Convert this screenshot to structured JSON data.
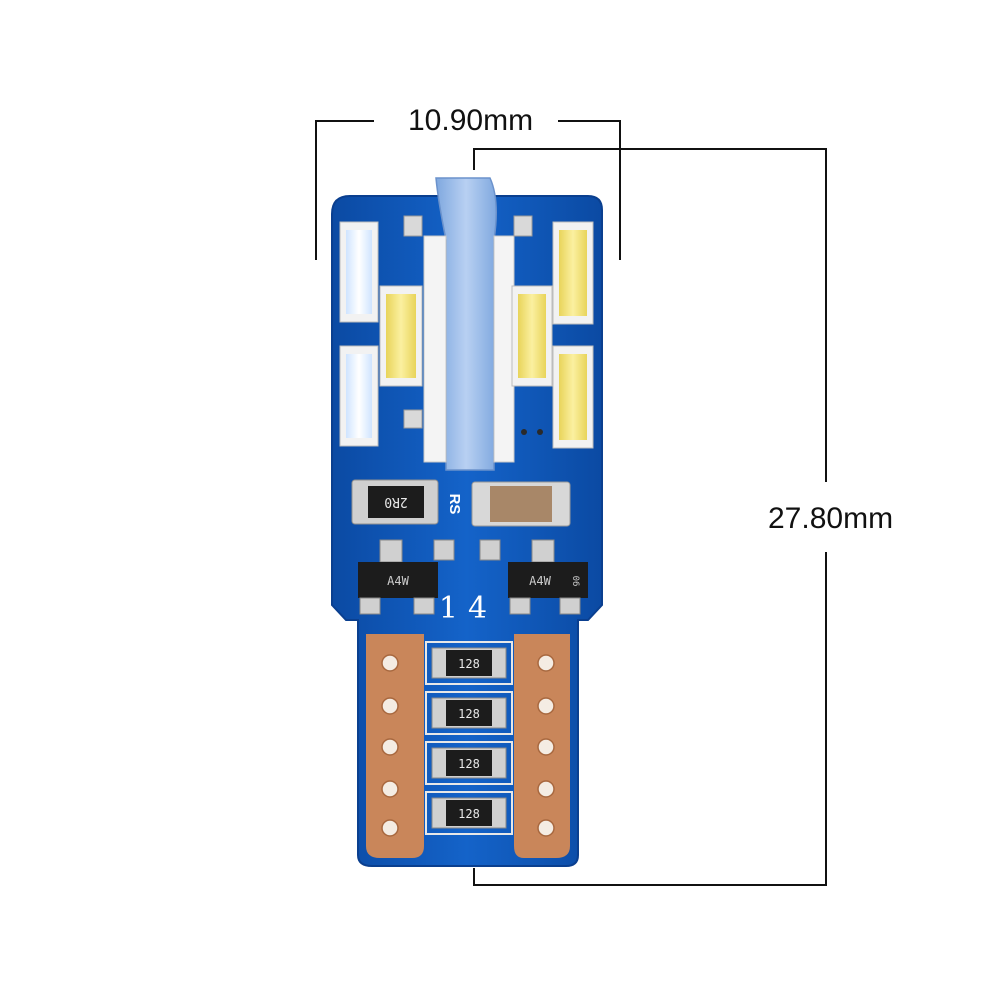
{
  "dimensions": {
    "width": "10.90mm",
    "length": "27.80mm"
  },
  "board_markings": {
    "resistor_top": "2R0",
    "rs": "RS",
    "transistor_left": "A4W",
    "transistor_right": "A4W",
    "transistor_right_suffix": "06",
    "led_count": "14",
    "resistor_code": "128"
  },
  "colors": {
    "pcb_blue": "#0f55b8",
    "pcb_edge": "#0a3f8f",
    "copper": "#c9865a",
    "led_white": "#eef6ff",
    "led_yellow": "#f3e27a",
    "led_frame": "#f2f2f2",
    "dimension_line": "#111111"
  }
}
